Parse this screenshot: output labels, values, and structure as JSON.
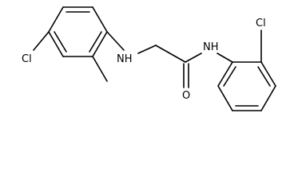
{
  "molecule": {
    "atoms": {
      "chloro_left": "Cl",
      "amine": "NH",
      "carbonyl_oxygen": "O",
      "amide": "NH",
      "chloro_right": "Cl"
    }
  },
  "colors": {
    "bond": "#000000",
    "label": "#000000",
    "background": "#ffffff"
  }
}
